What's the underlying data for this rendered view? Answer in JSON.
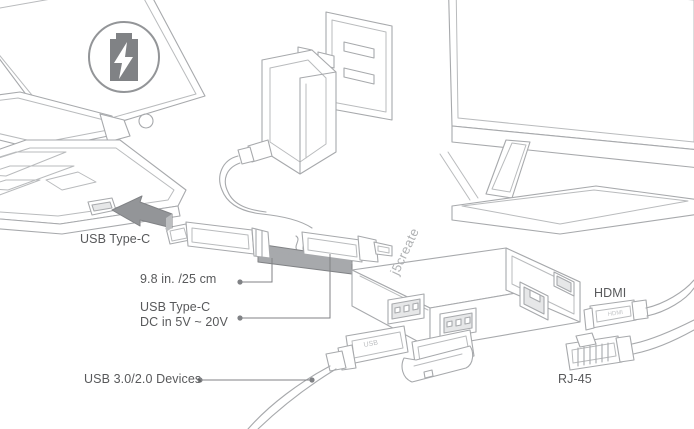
{
  "diagram": {
    "title": "USB Type-C multi-adapter hub connection diagram",
    "background_color": "#ffffff",
    "line_color": "#a7a9ac",
    "text_color": "#58595b",
    "fill_color": "#ffffff",
    "accent_gray": "#808285",
    "shade_gray": "#bcbec0",
    "cable_gray": "#97999b"
  },
  "labels": {
    "usb_type_c": "USB Type-C",
    "cable_length": "9.8 in. /25 cm",
    "dc_in_line1": "USB Type-C",
    "dc_in_line2": "DC in 5V ~ 20V",
    "usb_devices": "USB 3.0/2.0 Devices",
    "hdmi": "HDMI",
    "rj45": "RJ-45"
  },
  "objects": {
    "laptop": "laptop",
    "charging_badge": "charging-battery-icon",
    "power_adapter": "power-adapter",
    "wall_outlet": "wall-outlet",
    "monitor": "monitor",
    "hub": "usb-c-hub",
    "hub_brand": "j5create",
    "usb_flash_drive": "usb-flash-drive",
    "usb_a_connector": "usb-a-connector",
    "hdmi_connector": "hdmi-connector",
    "rj45_connector": "rj45-connector",
    "insert_arrow": "insert-arrow"
  }
}
